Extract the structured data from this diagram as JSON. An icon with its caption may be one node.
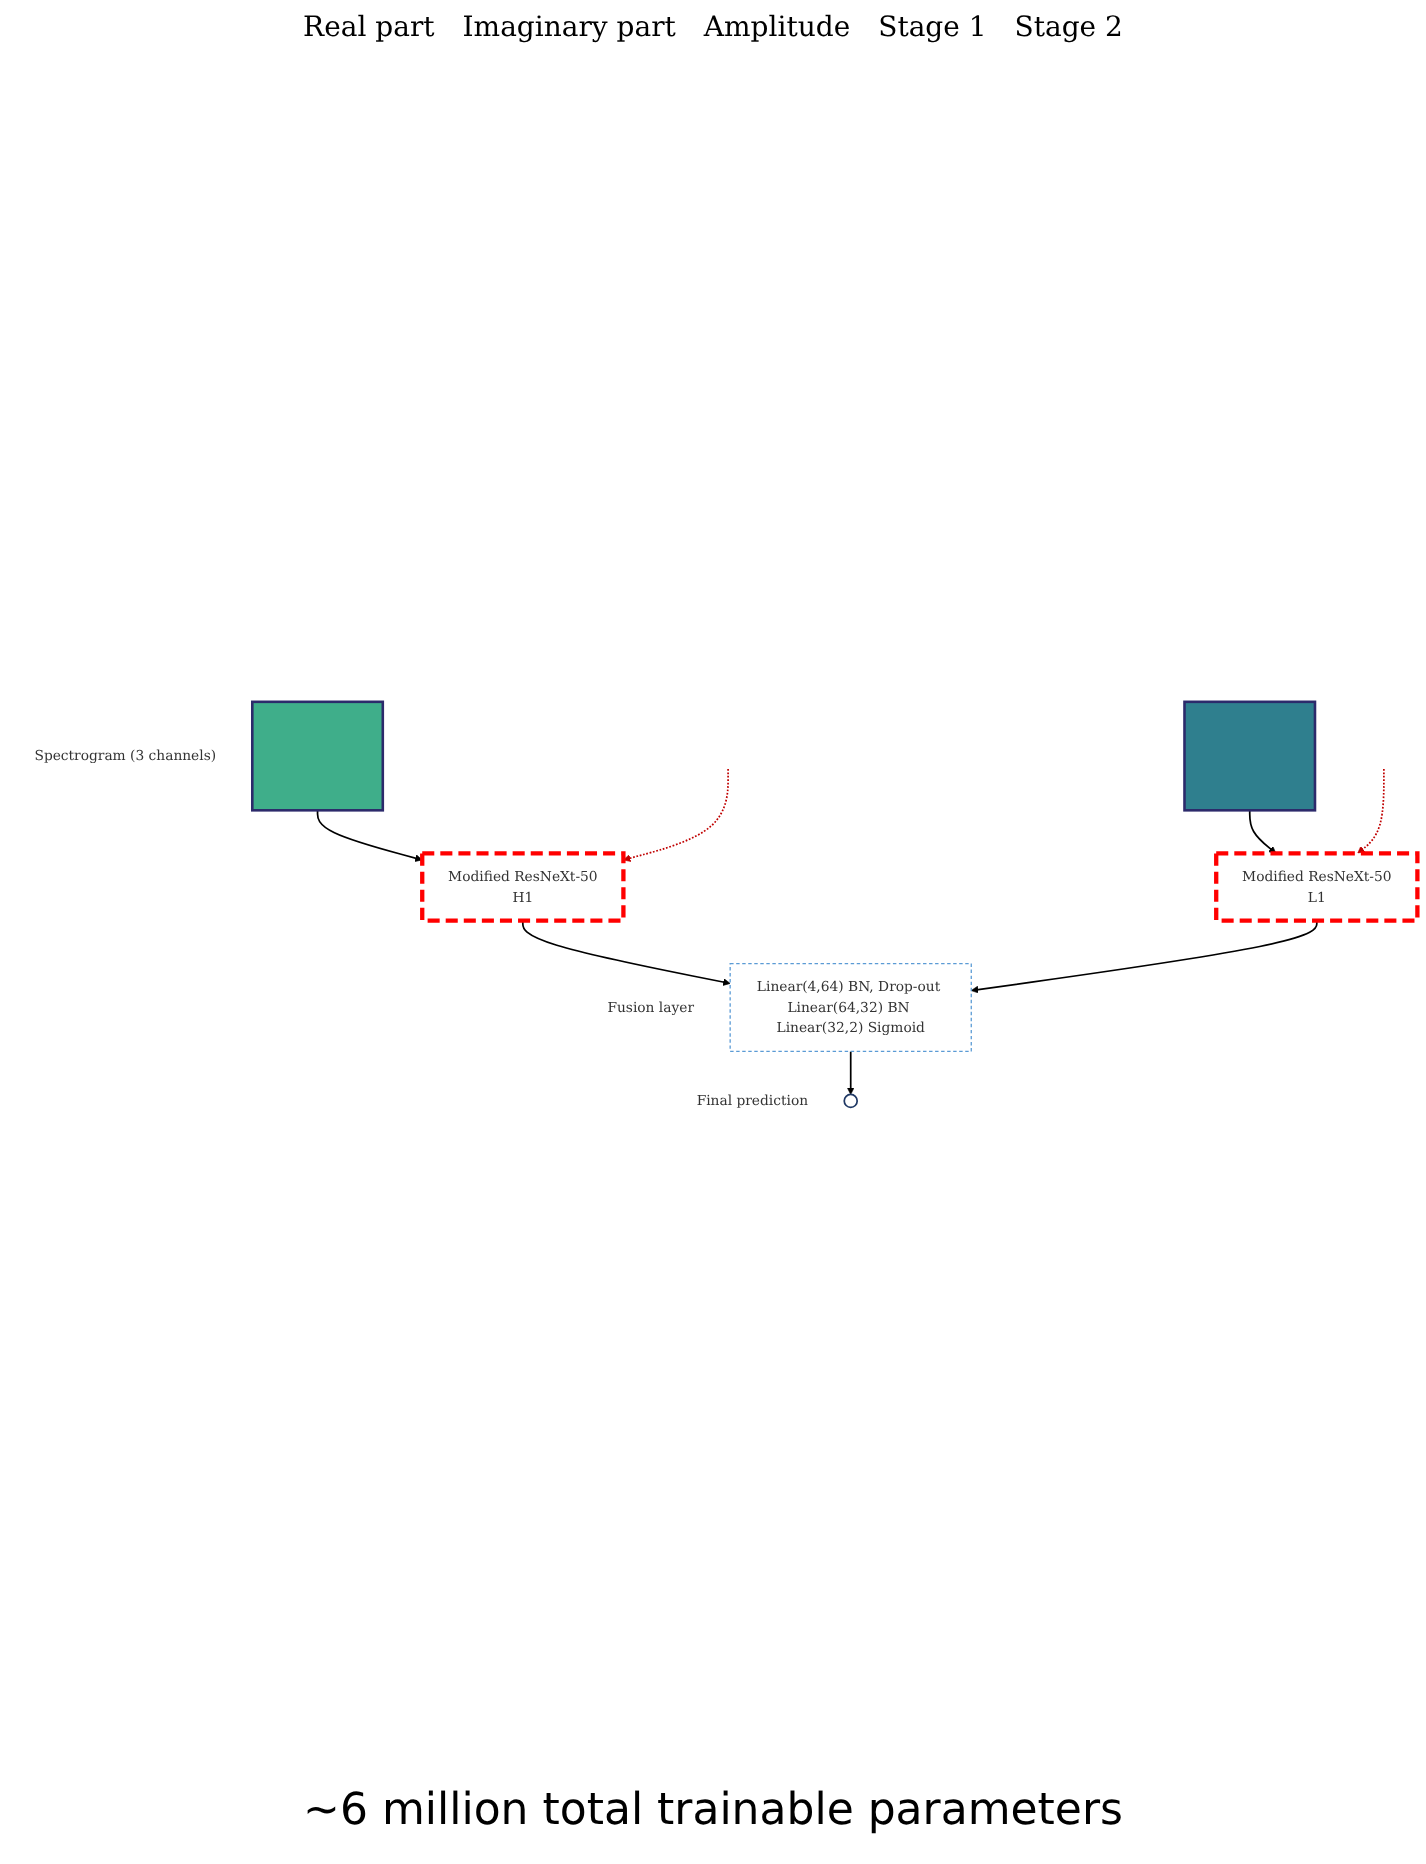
{
  "diagram": {
    "caption": "∼6 million total trainable parameters",
    "nodes": [
      {
        "text": [],
        "shape": "box",
        "beside": [
          "Spectrogram (3 channels)"
        ]
      },
      {
        "text": [],
        "shape": "box"
      },
      {
        "text": [
          "Modified ResNeXt-50",
          "H1"
        ]
      },
      {
        "text": [
          "Modified ResNeXt-50",
          "L1"
        ]
      },
      {
        "text": [
          "Linear(4,64) BN, Drop-out Linear(64,32) BN Linear(32,2) Sigmoid"
        ],
        "beside": [
          "Fusion layer"
        ]
      },
      {
        "text": [],
        "shape": "circle",
        "beside": [
          "Final prediction"
        ]
      }
    ],
    "edges": [
      {
        "from": 0,
        "to": 2,
        "arrow": "to"
      },
      {
        "from": 1,
        "to": 3,
        "arrow": "to"
      },
      {
        "from": null,
        "to": 2,
        "arrow": "to",
        "style": "dashed",
        "color": "#c00000"
      },
      {
        "from": null,
        "to": 3,
        "arrow": "to",
        "style": "dashed",
        "color": "#c00000"
      },
      {
        "from": 2,
        "to": 4,
        "arrow": "to"
      },
      {
        "from": 3,
        "to": 4,
        "arrow": "to"
      },
      {
        "from": 4,
        "to": 5,
        "arrow": "to"
      }
    ],
    "labels": [
      "Real part",
      "Imaginary part",
      "Amplitude",
      "Stage 1",
      "Stage 2"
    ]
  }
}
